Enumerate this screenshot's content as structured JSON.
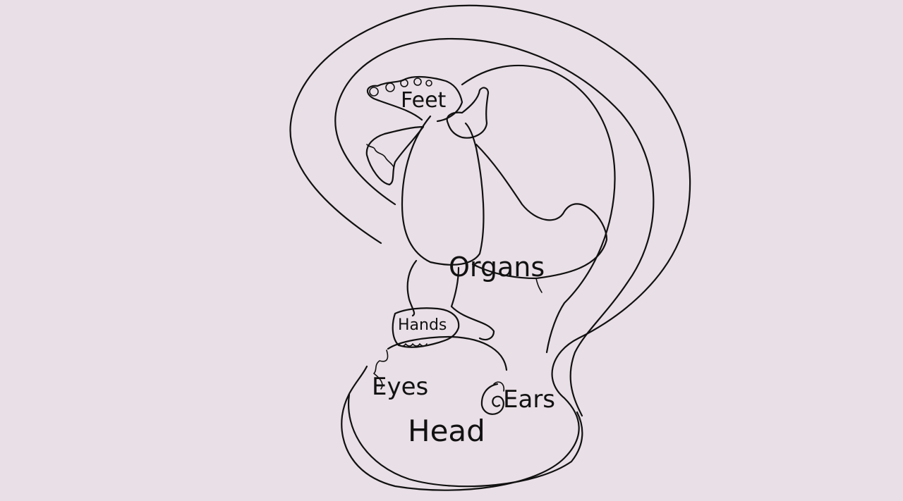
{
  "background": "#e9dfe6",
  "ink": "#111111",
  "labels": {
    "feet": "Feet",
    "organs": "Organs",
    "hands": "Hands",
    "eyes": "Eyes",
    "ears": "Ears",
    "head": "Head"
  }
}
